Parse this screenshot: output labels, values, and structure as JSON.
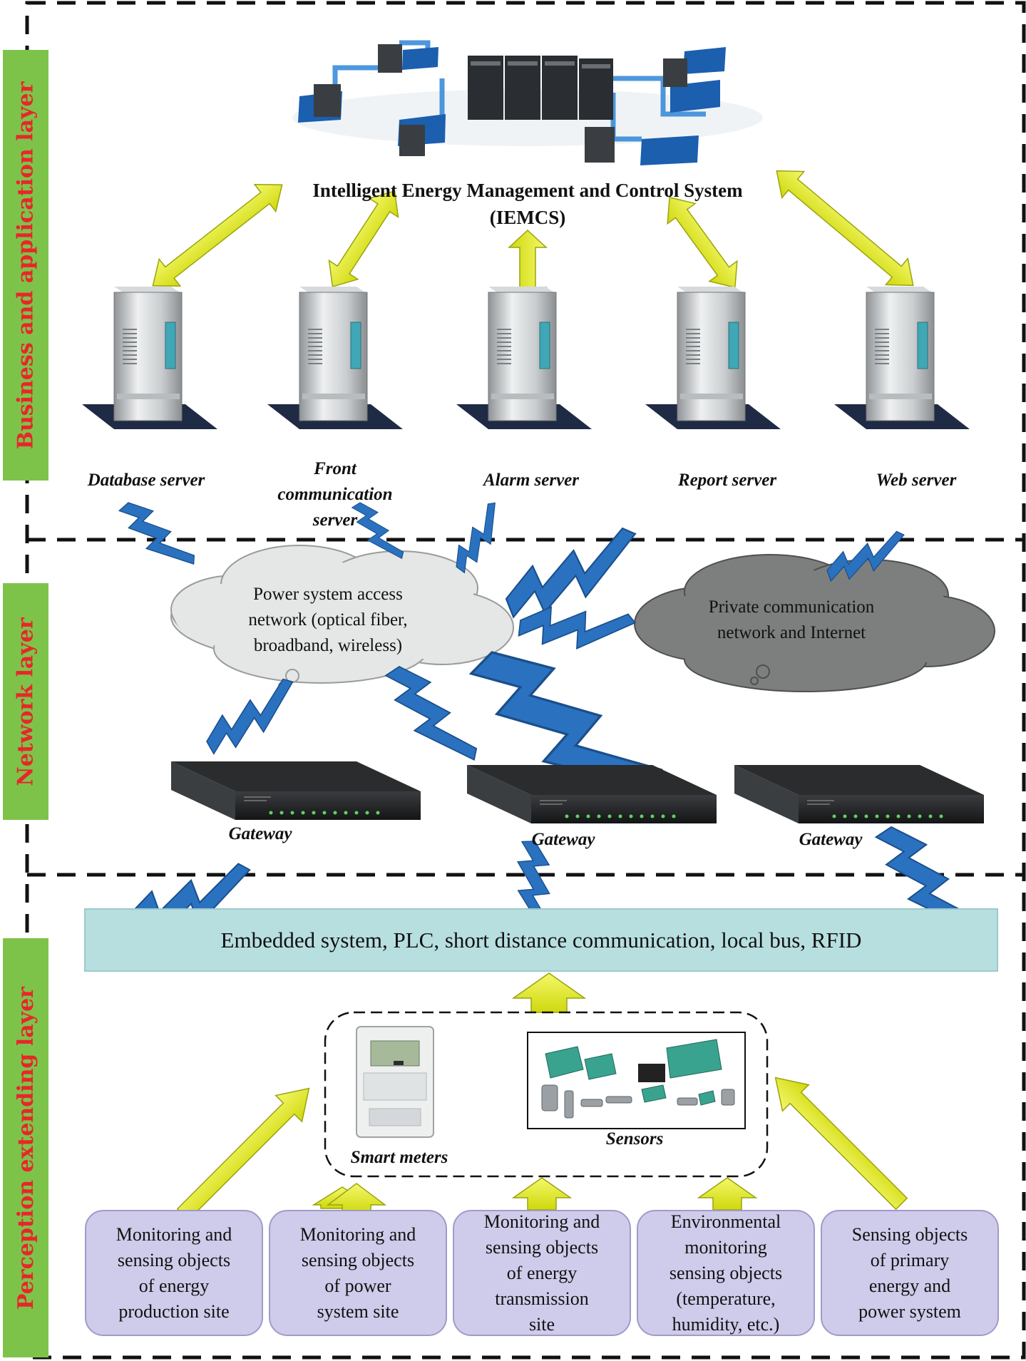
{
  "layers": {
    "business": "Business and application layer",
    "network": "Network layer",
    "perception": "Perception extending layer"
  },
  "iemcs": {
    "title_line1": "Intelligent Energy Management and Control System",
    "title_line2": "(IEMCS)"
  },
  "servers": [
    {
      "label": "Database server"
    },
    {
      "label_lines": [
        "Front",
        "communication",
        "server"
      ]
    },
    {
      "label": "Alarm server"
    },
    {
      "label": "Report server"
    },
    {
      "label": "Web server"
    }
  ],
  "clouds": {
    "power_access": [
      "Power system access",
      "network (optical fiber,",
      "broadband, wireless)"
    ],
    "private": [
      "Private communication",
      "network and Internet"
    ]
  },
  "gateways": [
    "Gateway",
    "Gateway",
    "Gateway"
  ],
  "embedded_bar": "Embedded system, PLC, short distance communication, local bus, RFID",
  "devices": {
    "smart_meters": "Smart meters",
    "sensors": "Sensors"
  },
  "objects": [
    [
      "Monitoring and",
      "sensing objects",
      "of energy",
      "production site"
    ],
    [
      "Monitoring and",
      "sensing objects",
      "of power",
      "system site"
    ],
    [
      "Monitoring and",
      "sensing objects",
      "of energy",
      "transmission",
      "site"
    ],
    [
      "Environmental",
      "monitoring",
      "sensing objects",
      "(temperature,",
      "humidity, etc.)"
    ],
    [
      "Sensing objects",
      "of primary",
      "energy and",
      "power system"
    ]
  ],
  "colors": {
    "layer_tag_bg": "#7dc34a",
    "layer_tag_text": "#e8262a",
    "arrow_yellow": "#e6ef1f",
    "bolt_blue": "#2a72c0",
    "embedded_bar": "#b8dfe0",
    "object_box": "#cfcbea",
    "cloud_light": "#e5e7e6",
    "cloud_dark": "#7d7f7e"
  }
}
